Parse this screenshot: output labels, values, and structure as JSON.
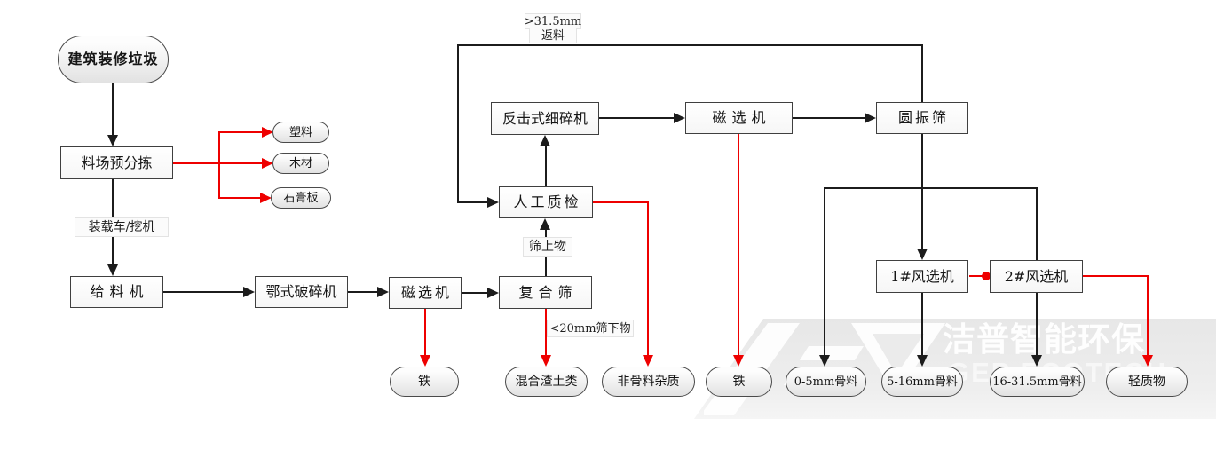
{
  "nodes": {
    "source": {
      "label": "建筑装修垃圾"
    },
    "presort": {
      "label": "料场预分拣"
    },
    "plastic": {
      "label": "塑料"
    },
    "wood": {
      "label": "木材"
    },
    "gypsum": {
      "label": "石膏板"
    },
    "feeder": {
      "label": "给料机"
    },
    "jaw_crusher": {
      "label": "鄂式破碎机"
    },
    "magnet1": {
      "label": "磁选机"
    },
    "composite_screen": {
      "label": "复合筛"
    },
    "iron1": {
      "label": "铁"
    },
    "mixed_soil": {
      "label": "混合渣土类"
    },
    "manual_qc": {
      "label": "人工质检"
    },
    "non_aggregate": {
      "label": "非骨料杂质"
    },
    "impact_crusher": {
      "label": "反击式细碎机"
    },
    "magnet2": {
      "label": "磁选机"
    },
    "circular_screen": {
      "label": "圆振筛"
    },
    "iron2": {
      "label": "铁"
    },
    "air_separator1": {
      "label": "1#风选机"
    },
    "air_separator2": {
      "label": "2#风选机"
    },
    "aggregate_0_5": {
      "label": "0-5mm骨料"
    },
    "aggregate_5_16": {
      "label": "5-16mm骨料"
    },
    "aggregate_16_31_5": {
      "label": "16-31.5mm骨料"
    },
    "light_material": {
      "label": "轻质物"
    }
  },
  "edge_labels": {
    "loader": "装载车/挖机",
    "oversize_return_line1": ">31.5mm",
    "oversize_return_line2": "返料",
    "screen_overflow": "筛上物",
    "screen_underflow": "<20mm筛下物"
  },
  "watermark": {
    "brand_cn": "洁普智能环保",
    "brand_en": "GEP ECOTECH"
  },
  "colors": {
    "flow_line": "#1c1c1c",
    "reject_line": "#ee0000",
    "node_border": "#3f3f3f"
  }
}
